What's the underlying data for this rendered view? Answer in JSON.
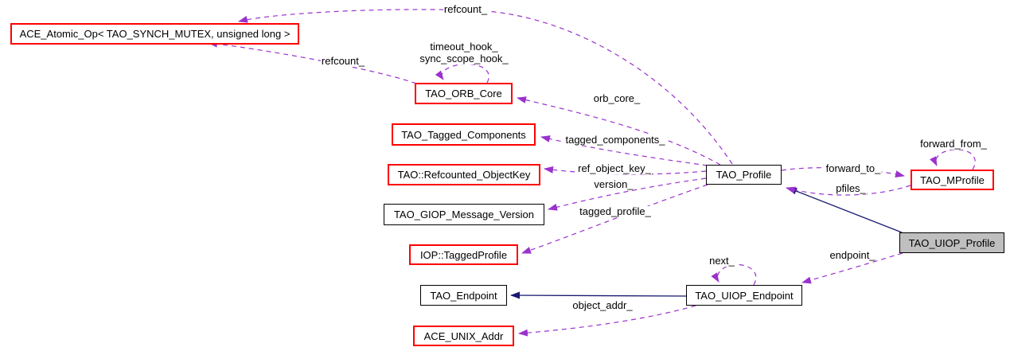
{
  "diagram": {
    "type": "doxygen-collaboration-graph",
    "focus_node": "TAO_UIOP_Profile",
    "colors": {
      "usage_edge": "#9a32cd",
      "inheritance_edge": "#191970",
      "red_border": "#ff0000",
      "black_border": "#000000",
      "selected_fill": "#bfbfbf",
      "node_fill": "#ffffff",
      "text": "#000000",
      "background": "#ffffff"
    },
    "nodes": [
      {
        "label": "ACE_Atomic_Op< TAO_SYNCH_MUTEX, unsigned long >",
        "border": "red"
      },
      {
        "label": "TAO_ORB_Core",
        "border": "red"
      },
      {
        "label": "TAO_Tagged_Components",
        "border": "red"
      },
      {
        "label": "TAO::Refcounted_ObjectKey",
        "border": "red"
      },
      {
        "label": "TAO_GIOP_Message_Version",
        "border": "black"
      },
      {
        "label": "IOP::TaggedProfile",
        "border": "red"
      },
      {
        "label": "TAO_Profile",
        "border": "black"
      },
      {
        "label": "TAO_MProfile",
        "border": "red"
      },
      {
        "label": "TAO_UIOP_Profile",
        "border": "black",
        "selected": true
      },
      {
        "label": "TAO_Endpoint",
        "border": "black"
      },
      {
        "label": "TAO_UIOP_Endpoint",
        "border": "black"
      },
      {
        "label": "ACE_UNIX_Addr",
        "border": "red"
      }
    ],
    "edge_labels": [
      {
        "text": "refcount_"
      },
      {
        "text": "refcount_"
      },
      {
        "text": "timeout_hook_"
      },
      {
        "text": "sync_scope_hook_"
      },
      {
        "text": "orb_core_"
      },
      {
        "text": "tagged_components_"
      },
      {
        "text": "ref_object_key_"
      },
      {
        "text": "version_"
      },
      {
        "text": "tagged_profile_"
      },
      {
        "text": "forward_to_"
      },
      {
        "text": "pfiles_"
      },
      {
        "text": "forward_from_"
      },
      {
        "text": "endpoint_"
      },
      {
        "text": "next_"
      },
      {
        "text": "object_addr_"
      }
    ],
    "edges": [
      {
        "from": "TAO_Profile",
        "to": "ACE_Atomic_Op< TAO_SYNCH_MUTEX, unsigned long >",
        "label": "refcount_",
        "type": "usage"
      },
      {
        "from": "TAO_ORB_Core",
        "to": "ACE_Atomic_Op< TAO_SYNCH_MUTEX, unsigned long >",
        "label": "refcount_",
        "type": "usage"
      },
      {
        "from": "TAO_ORB_Core",
        "to": "TAO_ORB_Core",
        "label": "timeout_hook_ sync_scope_hook_",
        "type": "usage"
      },
      {
        "from": "TAO_Profile",
        "to": "TAO_ORB_Core",
        "label": "orb_core_",
        "type": "usage"
      },
      {
        "from": "TAO_Profile",
        "to": "TAO_Tagged_Components",
        "label": "tagged_components_",
        "type": "usage"
      },
      {
        "from": "TAO_Profile",
        "to": "TAO::Refcounted_ObjectKey",
        "label": "ref_object_key_",
        "type": "usage"
      },
      {
        "from": "TAO_Profile",
        "to": "TAO_GIOP_Message_Version",
        "label": "version_",
        "type": "usage"
      },
      {
        "from": "TAO_Profile",
        "to": "IOP::TaggedProfile",
        "label": "tagged_profile_",
        "type": "usage"
      },
      {
        "from": "TAO_Profile",
        "to": "TAO_MProfile",
        "label": "forward_to_",
        "type": "usage"
      },
      {
        "from": "TAO_MProfile",
        "to": "TAO_Profile",
        "label": "pfiles_",
        "type": "usage"
      },
      {
        "from": "TAO_MProfile",
        "to": "TAO_MProfile",
        "label": "forward_from_",
        "type": "usage"
      },
      {
        "from": "TAO_UIOP_Profile",
        "to": "TAO_Profile",
        "label": "",
        "type": "inheritance"
      },
      {
        "from": "TAO_UIOP_Profile",
        "to": "TAO_UIOP_Endpoint",
        "label": "endpoint_",
        "type": "usage"
      },
      {
        "from": "TAO_UIOP_Endpoint",
        "to": "TAO_UIOP_Endpoint",
        "label": "next_",
        "type": "usage"
      },
      {
        "from": "TAO_UIOP_Endpoint",
        "to": "TAO_Endpoint",
        "label": "",
        "type": "inheritance"
      },
      {
        "from": "TAO_UIOP_Endpoint",
        "to": "ACE_UNIX_Addr",
        "label": "object_addr_",
        "type": "usage"
      }
    ]
  }
}
